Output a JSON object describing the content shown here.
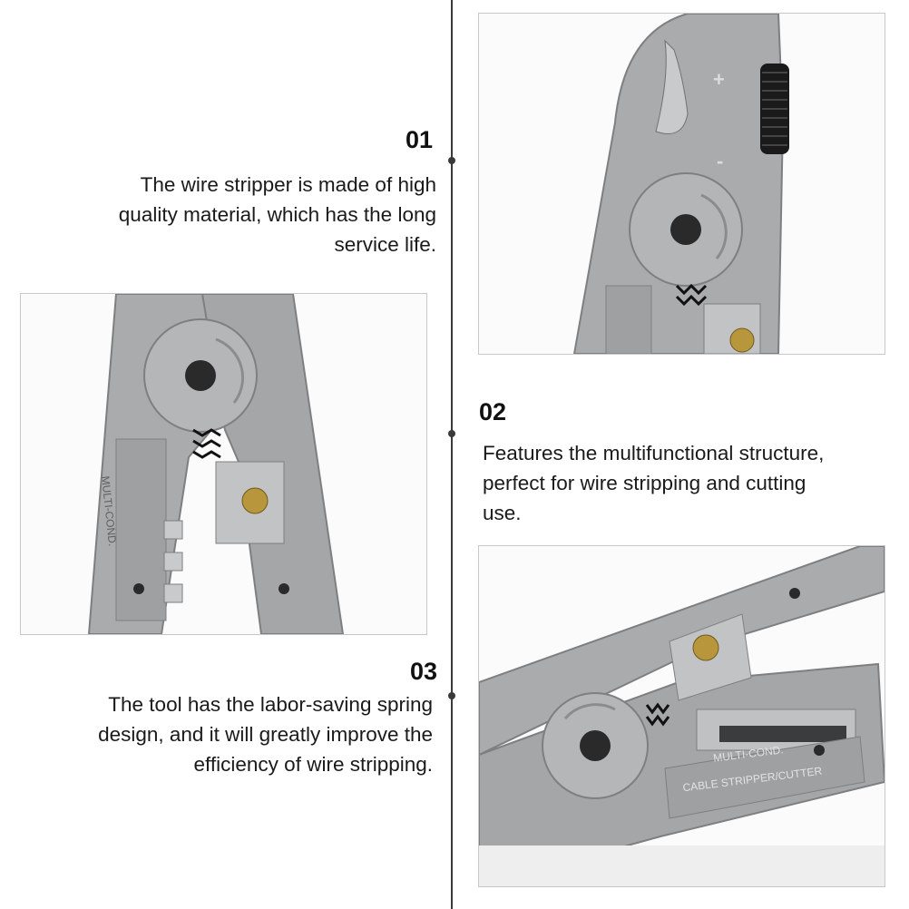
{
  "features": [
    {
      "number": "01",
      "text_lines": [
        "The wire stripper is made of high",
        "quality material, which has the long",
        "service life."
      ]
    },
    {
      "number": "02",
      "text_lines": [
        "Features the multifunctional structure,",
        "perfect for wire stripping and cutting",
        "use."
      ]
    },
    {
      "number": "03",
      "text_lines": [
        "The tool has the labor-saving spring",
        "design, and it will greatly improve the",
        "efficiency of wire stripping."
      ]
    }
  ],
  "tool_markings": {
    "line1": "MULTI-COND.",
    "line2": "CABLE STRIPPER/CUTTER",
    "plus": "+",
    "minus": "-"
  },
  "colors": {
    "tool_gray": "#a9abad",
    "tool_dark": "#8e9092",
    "accent_black": "#1a1a1a",
    "timeline": "#3a3a3a"
  }
}
